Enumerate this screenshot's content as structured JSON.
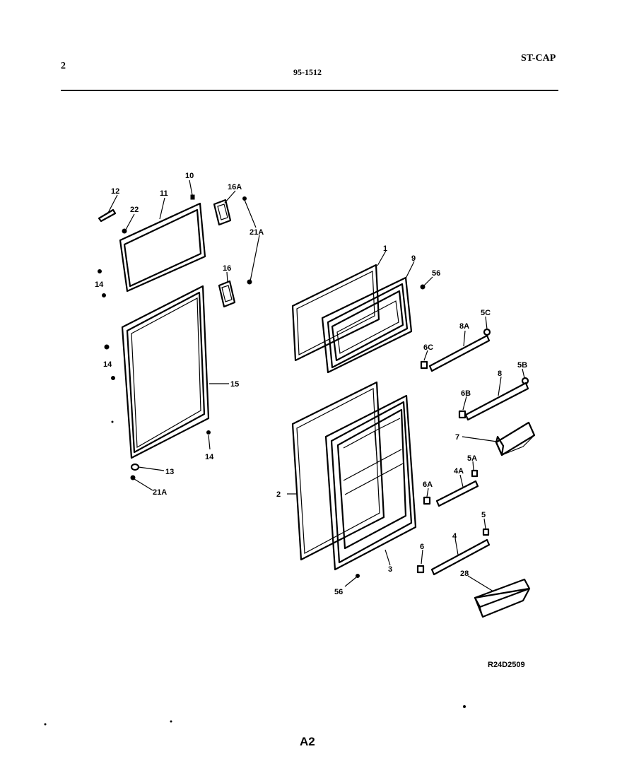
{
  "header": {
    "page_number": "2",
    "doc_number": "95-1512",
    "model": "ST-CAP"
  },
  "callouts": {
    "c1": "1",
    "c2": "2",
    "c3": "3",
    "c4": "4",
    "c4A": "4A",
    "c5": "5",
    "c5A": "5A",
    "c5B": "5B",
    "c5C": "5C",
    "c6": "6",
    "c6A": "6A",
    "c6B": "6B",
    "c6C": "6C",
    "c7": "7",
    "c8": "8",
    "c8A": "8A",
    "c9": "9",
    "c10": "10",
    "c11": "11",
    "c12": "12",
    "c13": "13",
    "c14a": "14",
    "c14b": "14",
    "c14c": "14",
    "c15": "15",
    "c16": "16",
    "c16A": "16A",
    "c21Aa": "21A",
    "c21Ab": "21A",
    "c22": "22",
    "c28": "28",
    "c56a": "56",
    "c56b": "56"
  },
  "footer": {
    "drawing_code": "R24D2509",
    "page_id": "A2"
  }
}
